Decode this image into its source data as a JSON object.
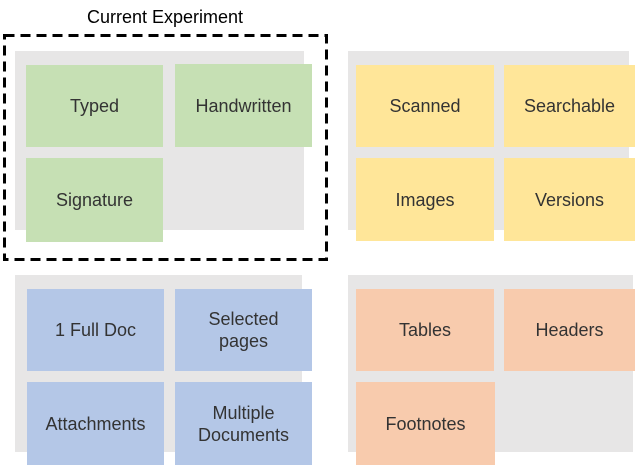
{
  "experiment": {
    "title": "Current Experiment"
  },
  "colors": {
    "panel": "#e7e6e6",
    "green": "#c6e0b4",
    "yellow": "#ffe699",
    "blue": "#b4c7e7",
    "orange": "#f8cbad",
    "frame": "#000000",
    "label_text": "#333333"
  },
  "groups": [
    {
      "name": "text-types",
      "boxes": [
        {
          "label": "Typed"
        },
        {
          "label": "Handwritten"
        },
        {
          "label": "Signature"
        }
      ]
    },
    {
      "name": "scan-types",
      "boxes": [
        {
          "label": "Scanned"
        },
        {
          "label": "Searchable"
        },
        {
          "label": "Images"
        },
        {
          "label": "Versions"
        }
      ]
    },
    {
      "name": "document-scopes",
      "boxes": [
        {
          "label": "1 Full Doc"
        },
        {
          "label": "Selected pages"
        },
        {
          "label": "Attachments"
        },
        {
          "label": "Multiple Documents"
        }
      ]
    },
    {
      "name": "document-elements",
      "boxes": [
        {
          "label": "Tables"
        },
        {
          "label": "Headers"
        },
        {
          "label": "Footnotes"
        }
      ]
    }
  ]
}
